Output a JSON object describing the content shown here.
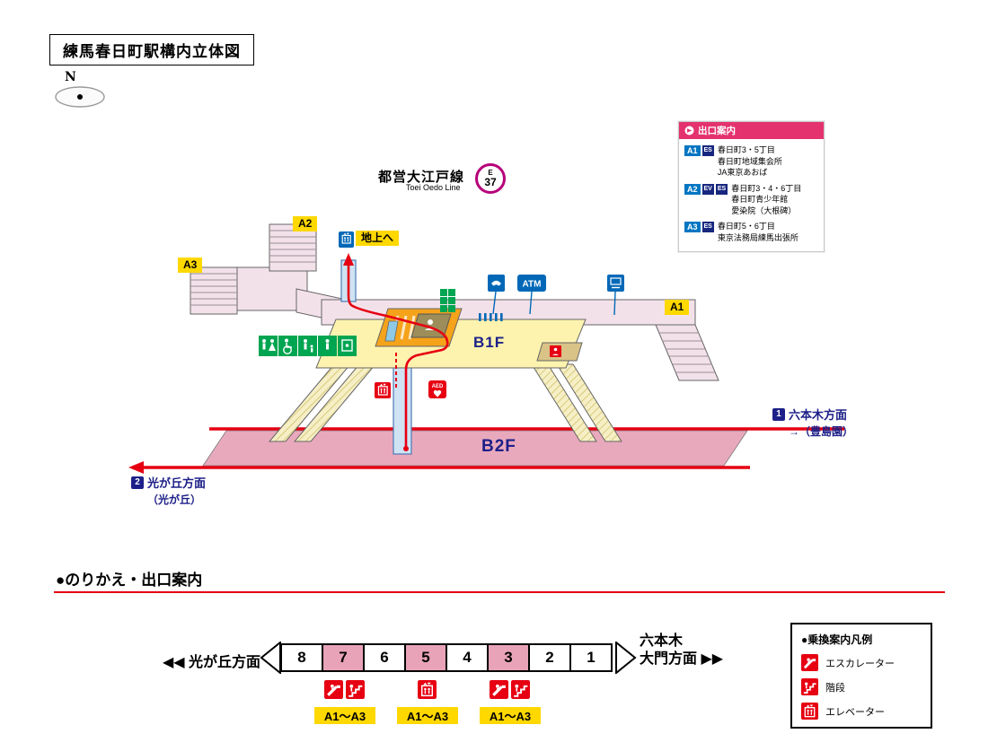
{
  "title": "練馬春日町駅構内立体図",
  "compass": {
    "label": "N"
  },
  "line": {
    "name": "都営大江戸線",
    "name_en": "Toei Oedo Line",
    "symbol_letter": "E",
    "symbol_number": "37"
  },
  "exit_guide": {
    "header": "出口案内",
    "rows": [
      {
        "badge": "A1",
        "facilities": [
          "ES"
        ],
        "lines": [
          "春日町3・5丁目",
          "春日町地域集会所",
          "JA東京あおば"
        ]
      },
      {
        "badge": "A2",
        "facilities": [
          "EV",
          "ES"
        ],
        "lines": [
          "春日町3・4・6丁目",
          "春日町青少年館",
          "愛染院（大根碑）"
        ]
      },
      {
        "badge": "A3",
        "facilities": [
          "ES"
        ],
        "lines": [
          "春日町5・6丁目",
          "東京法務局練馬出張所"
        ]
      }
    ]
  },
  "map": {
    "b1f_label": "B1F",
    "b2f_label": "B2F",
    "exit_a1": "A1",
    "exit_a2": "A2",
    "exit_a3": "A3",
    "to_ground": "地上へ",
    "aed_label": "AED",
    "atm_label": "ATM",
    "direction_roppongi": {
      "number": "1",
      "name": "六本木方面",
      "sub": "→（豊島園）"
    },
    "direction_hikarigaoka": {
      "number": "2",
      "name": "光が丘方面",
      "sub": "（光が丘）"
    }
  },
  "transfer": {
    "heading": "●のりかえ・出口案内",
    "left_direction": "◀◀ 光が丘方面",
    "right_direction_line1": "六本木",
    "right_direction_line2": "大門方面 ▶▶",
    "cars": [
      {
        "num": "8",
        "highlighted": false
      },
      {
        "num": "7",
        "highlighted": true
      },
      {
        "num": "6",
        "highlighted": false
      },
      {
        "num": "5",
        "highlighted": true
      },
      {
        "num": "4",
        "highlighted": false
      },
      {
        "num": "3",
        "highlighted": true
      },
      {
        "num": "2",
        "highlighted": false
      },
      {
        "num": "1",
        "highlighted": false
      }
    ],
    "exit_ranges": [
      "A1～A3",
      "A1～A3",
      "A1～A3"
    ]
  },
  "legend": {
    "title": "●乗換案内凡例",
    "items": [
      {
        "icon": "escalator-icon",
        "label": "エスカレーター"
      },
      {
        "icon": "stairs-icon",
        "label": "階段"
      },
      {
        "icon": "elevator-icon",
        "label": "エレベーター"
      }
    ]
  },
  "colors": {
    "oedo_line": "#b6007a",
    "track_red": "#e60012",
    "platform_pink": "#e9a9bd",
    "floor_yellow": "#fdf3ae",
    "walkway_pink": "#f3e1ea",
    "label_yellow": "#ffd800",
    "gate_orange": "#f5a31b",
    "facility_green": "#00a551",
    "info_blue": "#0068b7",
    "navy_text": "#1d2088",
    "exit_header_pink": "#e4326f"
  }
}
